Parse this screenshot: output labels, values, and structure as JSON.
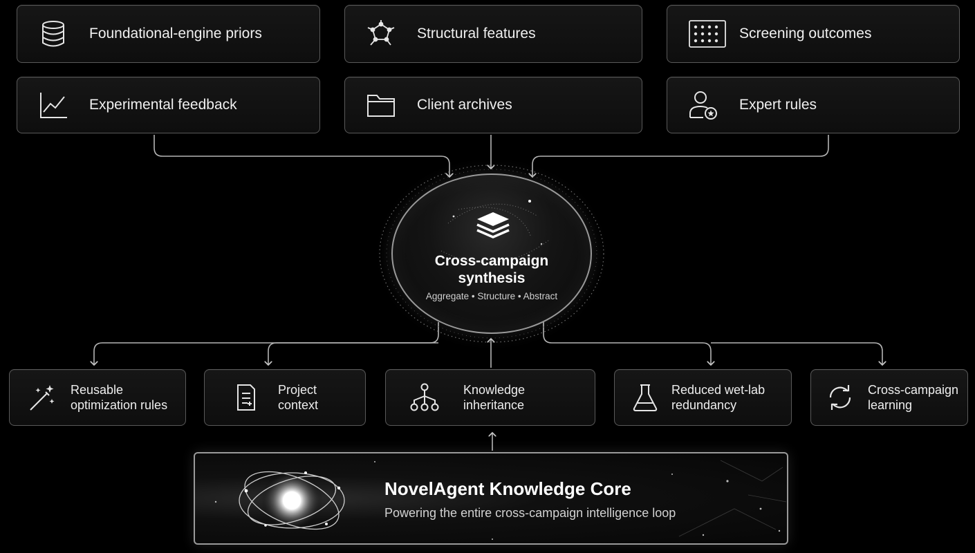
{
  "inputs": [
    {
      "label": "Foundational-engine priors",
      "icon": "database-icon"
    },
    {
      "label": "Structural features",
      "icon": "molecule-network-icon"
    },
    {
      "label": "Screening outcomes",
      "icon": "well-plate-grid-icon"
    },
    {
      "label": "Experimental feedback",
      "icon": "line-chart-icon"
    },
    {
      "label": "Client archives",
      "icon": "folder-icon"
    },
    {
      "label": "Expert rules",
      "icon": "user-badge-icon"
    }
  ],
  "hub": {
    "title_line1": "Cross-campaign",
    "title_line2": "synthesis",
    "subtitle": "Aggregate • Structure • Abstract",
    "icon": "layers-stack-icon"
  },
  "outputs": [
    {
      "line1": "Reusable",
      "line2": "optimization rules",
      "icon": "magic-wand-icon"
    },
    {
      "line1": "Project",
      "line2": "context",
      "icon": "document-icon"
    },
    {
      "line1": "Knowledge",
      "line2": "inheritance",
      "icon": "hierarchy-tree-icon"
    },
    {
      "line1": "Reduced wet-lab",
      "line2": "redundancy",
      "icon": "flask-icon"
    },
    {
      "line1": "Cross-campaign",
      "line2": "learning",
      "icon": "refresh-cycle-icon"
    }
  ],
  "core": {
    "title": "NovelAgent Knowledge Core",
    "subtitle": "Powering the entire cross-campaign intelligence loop",
    "icon": "orbital-core-icon"
  },
  "colors": {
    "background": "#000000",
    "box_border": "#5a5a5a",
    "connector": "#b5b5b5",
    "text": "#f0f0f0"
  }
}
